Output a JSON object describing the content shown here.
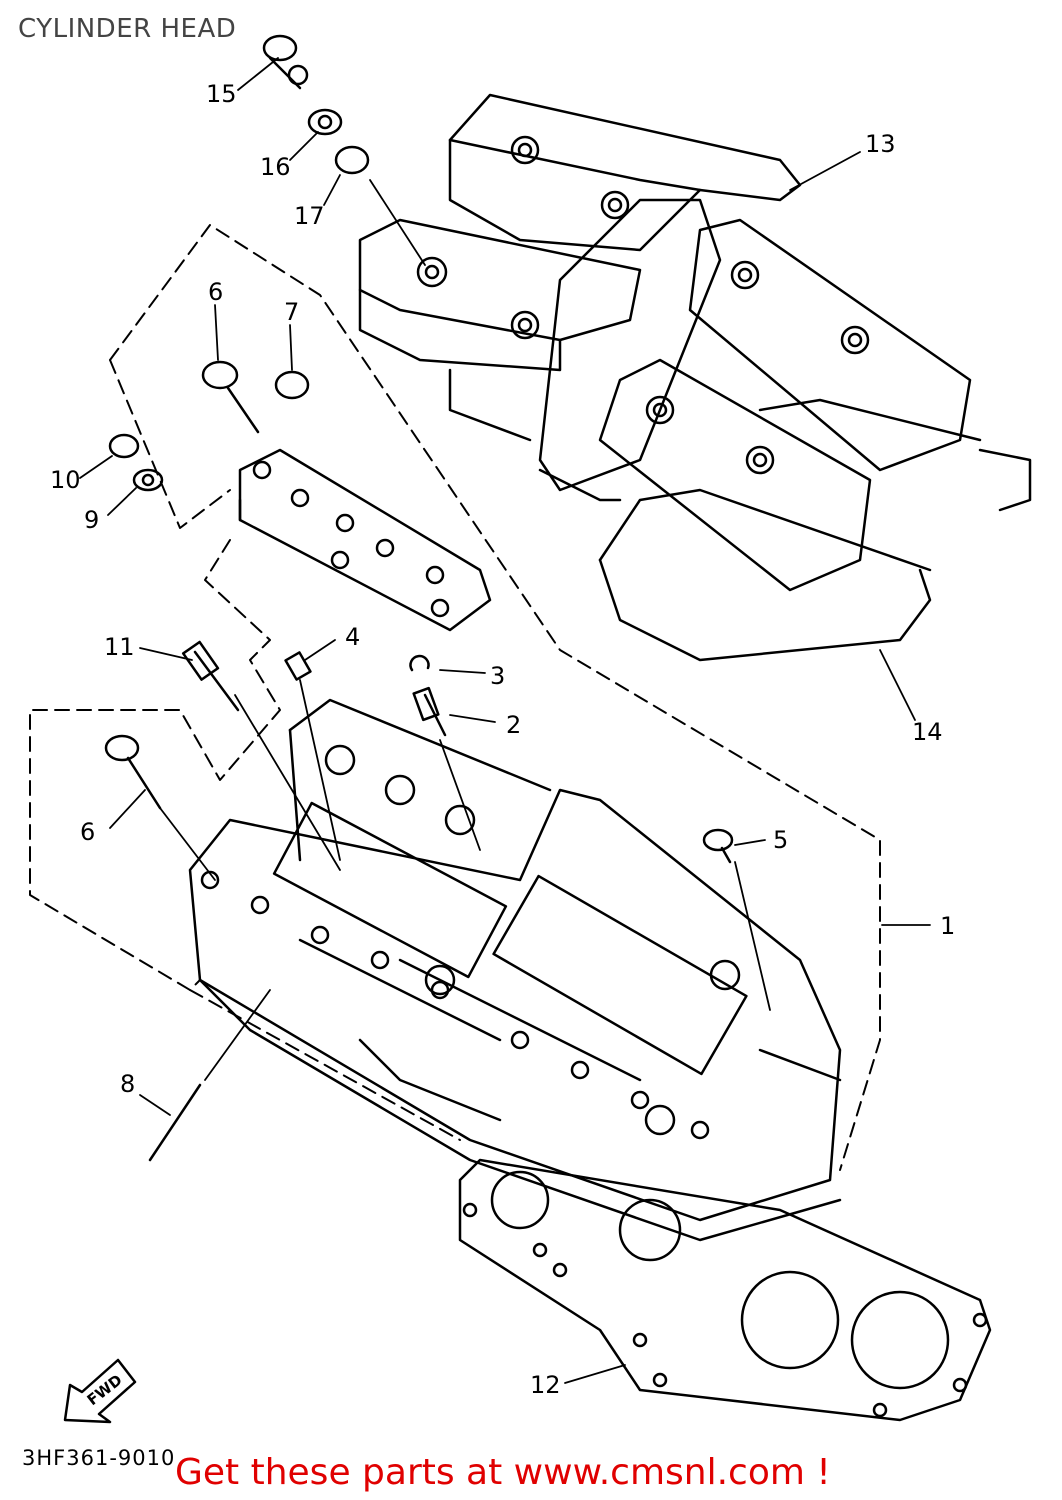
{
  "header": {
    "title": "CYLINDER HEAD"
  },
  "callouts": [
    {
      "id": "1",
      "label": "1"
    },
    {
      "id": "2",
      "label": "2"
    },
    {
      "id": "3",
      "label": "3"
    },
    {
      "id": "4",
      "label": "4"
    },
    {
      "id": "5",
      "label": "5"
    },
    {
      "id": "6a",
      "label": "6"
    },
    {
      "id": "6b",
      "label": "6"
    },
    {
      "id": "7",
      "label": "7"
    },
    {
      "id": "8",
      "label": "8"
    },
    {
      "id": "9",
      "label": "9"
    },
    {
      "id": "10",
      "label": "10"
    },
    {
      "id": "11",
      "label": "11"
    },
    {
      "id": "12",
      "label": "12"
    },
    {
      "id": "13",
      "label": "13"
    },
    {
      "id": "14",
      "label": "14"
    },
    {
      "id": "15",
      "label": "15"
    },
    {
      "id": "16",
      "label": "16"
    },
    {
      "id": "17",
      "label": "17"
    }
  ],
  "arrow": {
    "label": "FWD"
  },
  "footer": {
    "diagram_code": "3HF361-9010",
    "promo_text": "Get these parts at www.cmsnl.com !",
    "promo_color": "#e00000"
  }
}
